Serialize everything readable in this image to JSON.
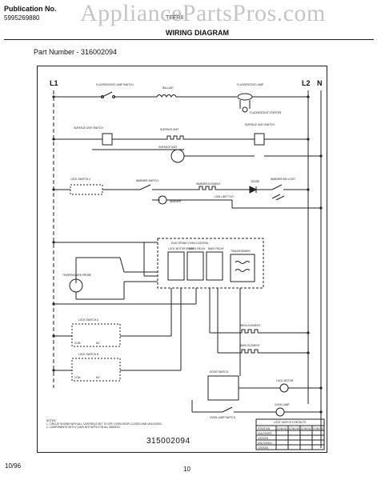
{
  "header": {
    "publication_label": "Publication No.",
    "publication_number": "5995269880",
    "model_code": "TEFR8",
    "title": "WIRING DIAGRAM",
    "watermark": "AppliancePartsPros.com"
  },
  "part_number": "Part Number - 316002094",
  "lines": {
    "l1": "L1",
    "l2": "L2",
    "n": "N"
  },
  "components": {
    "fluor_switch": "FLUORESCENT LAMP SWITCH",
    "ballast": "BALLAST",
    "fluor_lamp": "FLUORESCENT LAMP",
    "fluor_starter": "FLUORESCENT STARTER",
    "surface_switch_left": "SURFACE UNIT SWITCH",
    "surface_unit": "SURFACE UNIT",
    "surface_switch_right": "SURFACE UNIT SWITCH",
    "surface_unit_2": "SURFACE UNIT",
    "lock_switch_c": "LOCK SWITCH C",
    "warmer_switch": "WARMER SWITCH",
    "warmer_element": "WARMER ELEMENT",
    "diode": "DIODE",
    "warmer_indicator": "WARMER IND LIGHT",
    "warmer_light": "WARMER",
    "low_limit": "LOW LIMIT TCO",
    "control": "ELECTRONIC OVEN CONTROL",
    "lock_motor_relay": "LOCK MOTOR RELAY",
    "broil_relay": "BROIL RELAY",
    "bake_relay": "BAKE RELAY",
    "transformer": "TRANSFORMER",
    "temp_probe": "TEMPERATURE PROBE",
    "lock_switch_a": "LOCK SWITCH A",
    "lock_switch_b": "LOCK SWITCH B",
    "broil_element": "BROIL ELEMENT",
    "bake_element": "BAKE ELEMENT",
    "door_switch": "DOOR SWITCH",
    "lock_motor": "LOCK MOTOR",
    "oven_lamp_switch": "OVEN LAMP SWITCH",
    "oven_lamp": "OVEN LAMP",
    "com": "COM",
    "nc": "NC",
    "no": "NO"
  },
  "notes": {
    "title": "NOTES:",
    "note1": "1. CIRCUIT SHOWN WITH ALL CONTROLS SET TO OFF, OVEN DOOR CLOSED AND UNLOCKED.",
    "note2": "2. COMPONENTS WITH (*) MAY NOT APPLY ON ALL MODELS."
  },
  "lock_table": {
    "title": "LOCK SWITCH CONTACTS",
    "headers": [
      "POSITION",
      "COM-NC",
      "COM-NO",
      "COM-NC",
      "COM-NO"
    ],
    "rows": [
      [
        "UNLOCKED",
        "",
        "",
        "",
        ""
      ],
      [
        "LOCKED",
        "",
        "",
        "",
        ""
      ],
      [
        "UNLOCKED",
        "",
        "",
        "",
        ""
      ],
      [
        "LOCKED",
        "",
        "",
        "",
        ""
      ]
    ]
  },
  "diagram_code": "315002094",
  "footer": {
    "date": "10/96",
    "page": "10"
  }
}
